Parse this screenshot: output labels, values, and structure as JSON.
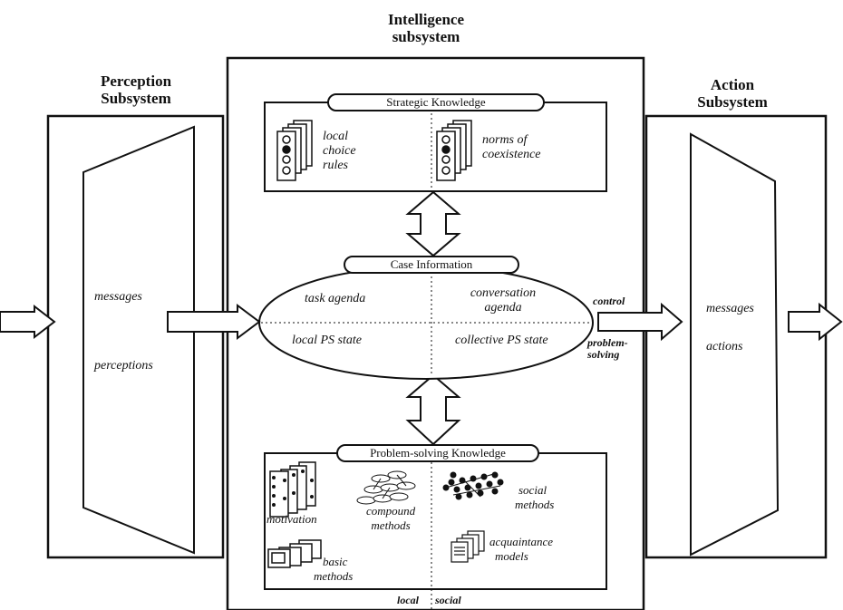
{
  "headers": {
    "perception": [
      "Perception",
      "Subsystem"
    ],
    "intelligence": [
      "Intelligence",
      "subsystem"
    ],
    "action": [
      "Action",
      "Subsystem"
    ]
  },
  "strategic": {
    "title": "Strategic Knowledge",
    "left": [
      "local",
      "choice",
      "rules"
    ],
    "right": [
      "norms of",
      "coexistence"
    ]
  },
  "case": {
    "title": "Case Information",
    "task_agenda": "task agenda",
    "conversation_agenda": [
      "conversation",
      "agenda"
    ],
    "local_ps_state": "local PS state",
    "collective_ps_state": "collective PS state"
  },
  "perception": {
    "messages": "messages",
    "perceptions": "perceptions"
  },
  "action": {
    "messages": "messages",
    "actions": "actions"
  },
  "control": "control",
  "problem_solving": [
    "problem-",
    "solving"
  ],
  "problem_knowledge": {
    "title": "Problem-solving Knowledge",
    "motivation": "motivation",
    "compound": [
      "compound",
      "methods"
    ],
    "basic": [
      "basic",
      "methods"
    ],
    "social": [
      "social",
      "methods"
    ],
    "acquaintance": [
      "acquaintance",
      "models"
    ],
    "local": "local",
    "social_axis": "social"
  }
}
